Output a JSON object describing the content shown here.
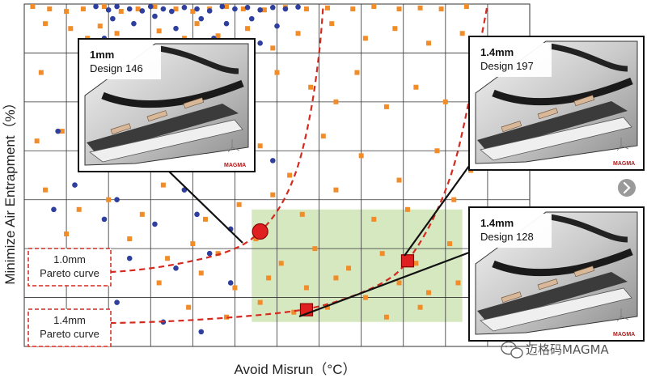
{
  "chart_data": {
    "type": "scatter",
    "title": "",
    "xlabel": "Avoid Misrun（°C）",
    "ylabel": "Minimize Air Entrapment（%）",
    "xlim": [
      0,
      12
    ],
    "ylim": [
      0,
      7
    ],
    "grid": true,
    "tick_labels_shown": false,
    "series": [
      {
        "marker": "square",
        "color": "#f28c28",
        "points": [
          [
            0.2,
            6.95
          ],
          [
            0.6,
            6.9
          ],
          [
            1.0,
            6.85
          ],
          [
            1.4,
            6.9
          ],
          [
            1.9,
            6.95
          ],
          [
            2.3,
            6.85
          ],
          [
            2.7,
            6.9
          ],
          [
            3.1,
            6.95
          ],
          [
            3.6,
            6.9
          ],
          [
            4.0,
            6.85
          ],
          [
            4.4,
            6.9
          ],
          [
            4.8,
            6.95
          ],
          [
            5.2,
            6.9
          ],
          [
            5.7,
            6.88
          ],
          [
            6.2,
            6.93
          ],
          [
            6.7,
            6.9
          ],
          [
            7.2,
            6.92
          ],
          [
            7.8,
            6.9
          ],
          [
            8.3,
            6.95
          ],
          [
            8.9,
            6.9
          ],
          [
            9.4,
            6.92
          ],
          [
            9.9,
            6.9
          ],
          [
            10.5,
            6.95
          ],
          [
            0.5,
            6.6
          ],
          [
            1.1,
            6.5
          ],
          [
            1.5,
            6.3
          ],
          [
            1.8,
            6.55
          ],
          [
            2.2,
            6.4
          ],
          [
            2.6,
            6.2
          ],
          [
            3.2,
            6.45
          ],
          [
            3.8,
            6.3
          ],
          [
            4.1,
            6.6
          ],
          [
            4.6,
            6.35
          ],
          [
            5.3,
            6.5
          ],
          [
            5.9,
            6.1
          ],
          [
            6.5,
            6.4
          ],
          [
            7.3,
            6.6
          ],
          [
            8.1,
            6.3
          ],
          [
            8.8,
            6.5
          ],
          [
            9.6,
            6.2
          ],
          [
            10.4,
            6.4
          ],
          [
            0.4,
            5.6
          ],
          [
            1.5,
            5.2
          ],
          [
            2.4,
            5.5
          ],
          [
            3.5,
            5.1
          ],
          [
            4.5,
            5.4
          ],
          [
            5.2,
            5.0
          ],
          [
            6.0,
            5.6
          ],
          [
            6.8,
            5.3
          ],
          [
            7.4,
            5.0
          ],
          [
            7.9,
            5.6
          ],
          [
            8.6,
            4.9
          ],
          [
            9.3,
            5.3
          ],
          [
            10.0,
            5.0
          ],
          [
            10.7,
            5.5
          ],
          [
            0.3,
            4.2
          ],
          [
            0.9,
            4.4
          ],
          [
            1.7,
            4.0
          ],
          [
            2.9,
            4.3
          ],
          [
            3.7,
            4.5
          ],
          [
            4.9,
            3.7
          ],
          [
            5.6,
            4.1
          ],
          [
            6.3,
            3.5
          ],
          [
            7.1,
            4.3
          ],
          [
            8.0,
            3.9
          ],
          [
            8.9,
            3.4
          ],
          [
            9.8,
            4.0
          ],
          [
            10.6,
            3.6
          ],
          [
            0.5,
            3.2
          ],
          [
            1.3,
            2.8
          ],
          [
            2.0,
            3.0
          ],
          [
            2.8,
            2.7
          ],
          [
            3.3,
            3.3
          ],
          [
            4.3,
            2.6
          ],
          [
            5.1,
            2.9
          ],
          [
            5.9,
            3.1
          ],
          [
            6.6,
            2.7
          ],
          [
            7.4,
            3.2
          ],
          [
            8.3,
            2.6
          ],
          [
            9.1,
            2.8
          ],
          [
            10.2,
            3.0
          ],
          [
            11.0,
            2.7
          ],
          [
            1.0,
            2.3
          ],
          [
            1.8,
            1.9
          ],
          [
            2.5,
            2.2
          ],
          [
            3.4,
            1.8
          ],
          [
            4.0,
            2.1
          ],
          [
            4.6,
            1.9
          ],
          [
            5.5,
            2.2
          ],
          [
            6.1,
            1.7
          ],
          [
            6.9,
            2.0
          ],
          [
            7.7,
            1.6
          ],
          [
            8.5,
            1.9
          ],
          [
            9.3,
            1.7
          ],
          [
            10.1,
            2.1
          ],
          [
            3.2,
            1.3
          ],
          [
            4.2,
            1.5
          ],
          [
            5.0,
            1.2
          ],
          [
            5.8,
            1.4
          ],
          [
            6.7,
            1.2
          ],
          [
            7.4,
            1.4
          ],
          [
            8.1,
            1.0
          ],
          [
            8.9,
            1.3
          ],
          [
            9.6,
            1.1
          ],
          [
            10.3,
            1.3
          ],
          [
            3.9,
            0.8
          ],
          [
            4.8,
            0.6
          ],
          [
            5.6,
            0.9
          ],
          [
            6.4,
            0.7
          ],
          [
            7.2,
            0.8
          ],
          [
            8.6,
            0.6
          ],
          [
            9.4,
            0.8
          ]
        ]
      },
      {
        "marker": "circle",
        "color": "#2e3f9e",
        "points": [
          [
            1.7,
            6.95
          ],
          [
            2.0,
            6.88
          ],
          [
            2.2,
            6.95
          ],
          [
            2.5,
            6.9
          ],
          [
            2.8,
            6.86
          ],
          [
            3.0,
            6.95
          ],
          [
            3.3,
            6.9
          ],
          [
            3.5,
            6.85
          ],
          [
            3.8,
            6.93
          ],
          [
            4.1,
            6.9
          ],
          [
            4.4,
            6.86
          ],
          [
            4.7,
            6.95
          ],
          [
            5.0,
            6.9
          ],
          [
            5.3,
            6.93
          ],
          [
            5.6,
            6.88
          ],
          [
            5.9,
            6.93
          ],
          [
            6.2,
            6.9
          ],
          [
            6.5,
            6.94
          ],
          [
            2.1,
            6.7
          ],
          [
            2.6,
            6.6
          ],
          [
            3.1,
            6.75
          ],
          [
            3.6,
            6.5
          ],
          [
            4.2,
            6.7
          ],
          [
            4.8,
            6.6
          ],
          [
            5.4,
            6.7
          ],
          [
            6.0,
            6.55
          ],
          [
            1.9,
            6.3
          ],
          [
            3.0,
            6.25
          ],
          [
            4.5,
            6.3
          ],
          [
            5.6,
            6.2
          ],
          [
            1.6,
            5.7
          ],
          [
            4.2,
            5.3
          ],
          [
            0.8,
            4.4
          ],
          [
            2.7,
            4.0
          ],
          [
            5.9,
            3.8
          ],
          [
            1.2,
            3.3
          ],
          [
            2.2,
            3.0
          ],
          [
            3.8,
            3.2
          ],
          [
            0.7,
            2.8
          ],
          [
            1.9,
            2.6
          ],
          [
            3.1,
            2.5
          ],
          [
            4.1,
            2.7
          ],
          [
            4.9,
            2.4
          ],
          [
            1.4,
            1.9
          ],
          [
            2.5,
            1.8
          ],
          [
            3.6,
            1.6
          ],
          [
            4.4,
            1.9
          ],
          [
            4.9,
            1.3
          ],
          [
            2.2,
            0.9
          ],
          [
            3.3,
            0.5
          ],
          [
            4.2,
            0.3
          ],
          [
            0.6,
            0.2
          ],
          [
            1.7,
            0.1
          ]
        ]
      }
    ],
    "feasible_region": {
      "x": [
        5.4,
        10.4
      ],
      "y": [
        0.5,
        2.8
      ],
      "color": "#d6e8c0"
    },
    "pareto_curves": [
      {
        "label": "1.0mm\nPareto curve",
        "color": "#d42a20",
        "points": [
          [
            0.2,
            1.45
          ],
          [
            2.5,
            1.55
          ],
          [
            4.0,
            1.75
          ],
          [
            5.0,
            2.0
          ],
          [
            5.6,
            2.35
          ],
          [
            6.1,
            2.9
          ],
          [
            6.5,
            3.7
          ],
          [
            6.8,
            4.8
          ],
          [
            7.0,
            6.0
          ],
          [
            7.1,
            7.0
          ]
        ]
      },
      {
        "label": "1.4mm\nPareto curve",
        "color": "#d42a20",
        "points": [
          [
            0.2,
            0.45
          ],
          [
            3.0,
            0.5
          ],
          [
            5.0,
            0.6
          ],
          [
            6.6,
            0.75
          ],
          [
            7.7,
            1.0
          ],
          [
            8.6,
            1.35
          ],
          [
            9.1,
            1.75
          ],
          [
            9.7,
            2.6
          ],
          [
            10.2,
            3.7
          ],
          [
            10.6,
            5.2
          ],
          [
            11.0,
            7.0
          ]
        ]
      }
    ],
    "designs": [
      {
        "thickness": "1mm",
        "label": "Design 146",
        "x": 5.6,
        "y": 2.35,
        "marker": "circle",
        "color": "#e02020"
      },
      {
        "thickness": "1.4mm",
        "label": "Design 197",
        "x": 9.1,
        "y": 1.75,
        "marker": "square",
        "color": "#e02020"
      },
      {
        "thickness": "1.4mm",
        "label": "Design 128",
        "x": 6.7,
        "y": 0.75,
        "marker": "square",
        "color": "#e02020"
      }
    ]
  },
  "watermark": {
    "text": "迈格码MAGMA",
    "icon": "wechat-icon"
  },
  "inset_brand": "MAGMA",
  "nav": {
    "icon": "chevron-right-icon"
  },
  "colors": {
    "grid": "#333333",
    "pareto": "#d42a20",
    "highlight": "#e02020"
  }
}
